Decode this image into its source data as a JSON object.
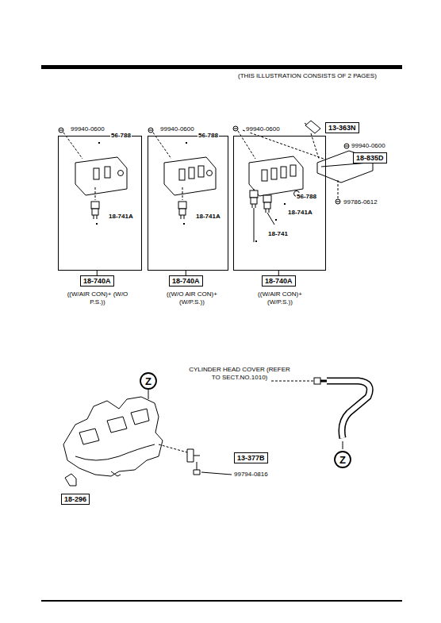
{
  "diagram": {
    "nodes": [
      {
        "text": [
          "99940-0600"
        ]
      },
      {
        "text": [
          "56-788"
        ],
        "in": 0
      },
      {
        "text": [
          "18-741A"
        ],
        "in": 0
      },
      {
        "text": [
          "18-740A"
        ]
      },
      {
        "text": [
          "99940-0600"
        ]
      },
      {
        "text": [
          "56-788"
        ],
        "in": 4
      },
      {
        "text": [
          "18-741A"
        ],
        "in": 4
      },
      {
        "text": [
          "18-740A"
        ]
      },
      {
        "text": [
          "99940-0600"
        ]
      },
      {
        "text": [
          "56-788"
        ],
        "in": 8
      },
      {
        "text": [
          "18-741A"
        ],
        "in": 8
      },
      {
        "text": [
          "18-741"
        ],
        "in": 8
      },
      {
        "text": [
          "18-740A"
        ]
      },
      {
        "text": [
          "13-363N"
        ]
      },
      {
        "text": [
          "18-835D"
        ]
      },
      {
        "text": [
          "Z"
        ]
      },
      {
        "text": [
          "13-377B"
        ]
      },
      {
        "text": [
          "18-296"
        ]
      },
      {
        "text": [
          "Z"
        ]
      }
    ],
    "edges": [
      {
        "from": 0,
        "to": 3,
        "arrow": "none"
      },
      {
        "from": 4,
        "to": 7,
        "arrow": "none"
      },
      {
        "from": 8,
        "to": 12,
        "arrow": "none"
      }
    ],
    "labels": [
      "(THIS ILLUSTRATION CONSISTS OF 2 PAGES)",
      "((W/AIR CON)+ (W/O P.S.))",
      "((W/O AIR CON)+ (W/P.S.))",
      "((W/AIR CON)+ (W/P.S.))",
      "99940-0600",
      "99786-0612",
      "CYLINDER HEAD COVER (REFER TO SECT.NO.1010)",
      "99794-0816"
    ]
  }
}
